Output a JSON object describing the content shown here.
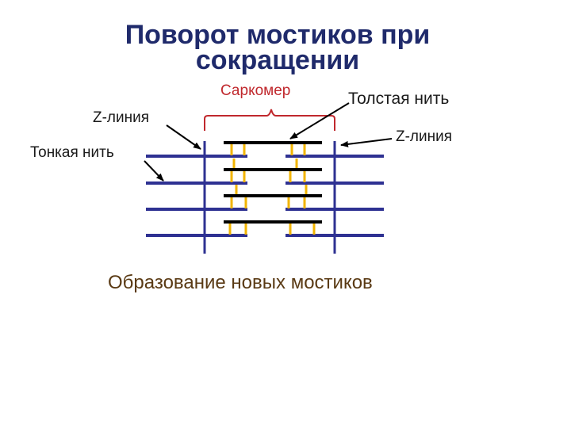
{
  "title": {
    "line1": "Поворот мостиков при",
    "line2": "сокращении"
  },
  "labels": {
    "sarcomere": "Саркомер",
    "thick_filament": "Толстая нить",
    "z_line_left": "Z-линия",
    "z_line_right": "Z-линия",
    "thin_filament": "Тонкая нить"
  },
  "caption": "Образование новых мостиков",
  "colors": {
    "title": "#1f2a6b",
    "actin_blue": "#2e3192",
    "myosin_black": "#000000",
    "cross_bridge_yellow": "#f2b400",
    "bracket_red": "#c0282d",
    "caption_brown": "#5a3a14"
  }
}
